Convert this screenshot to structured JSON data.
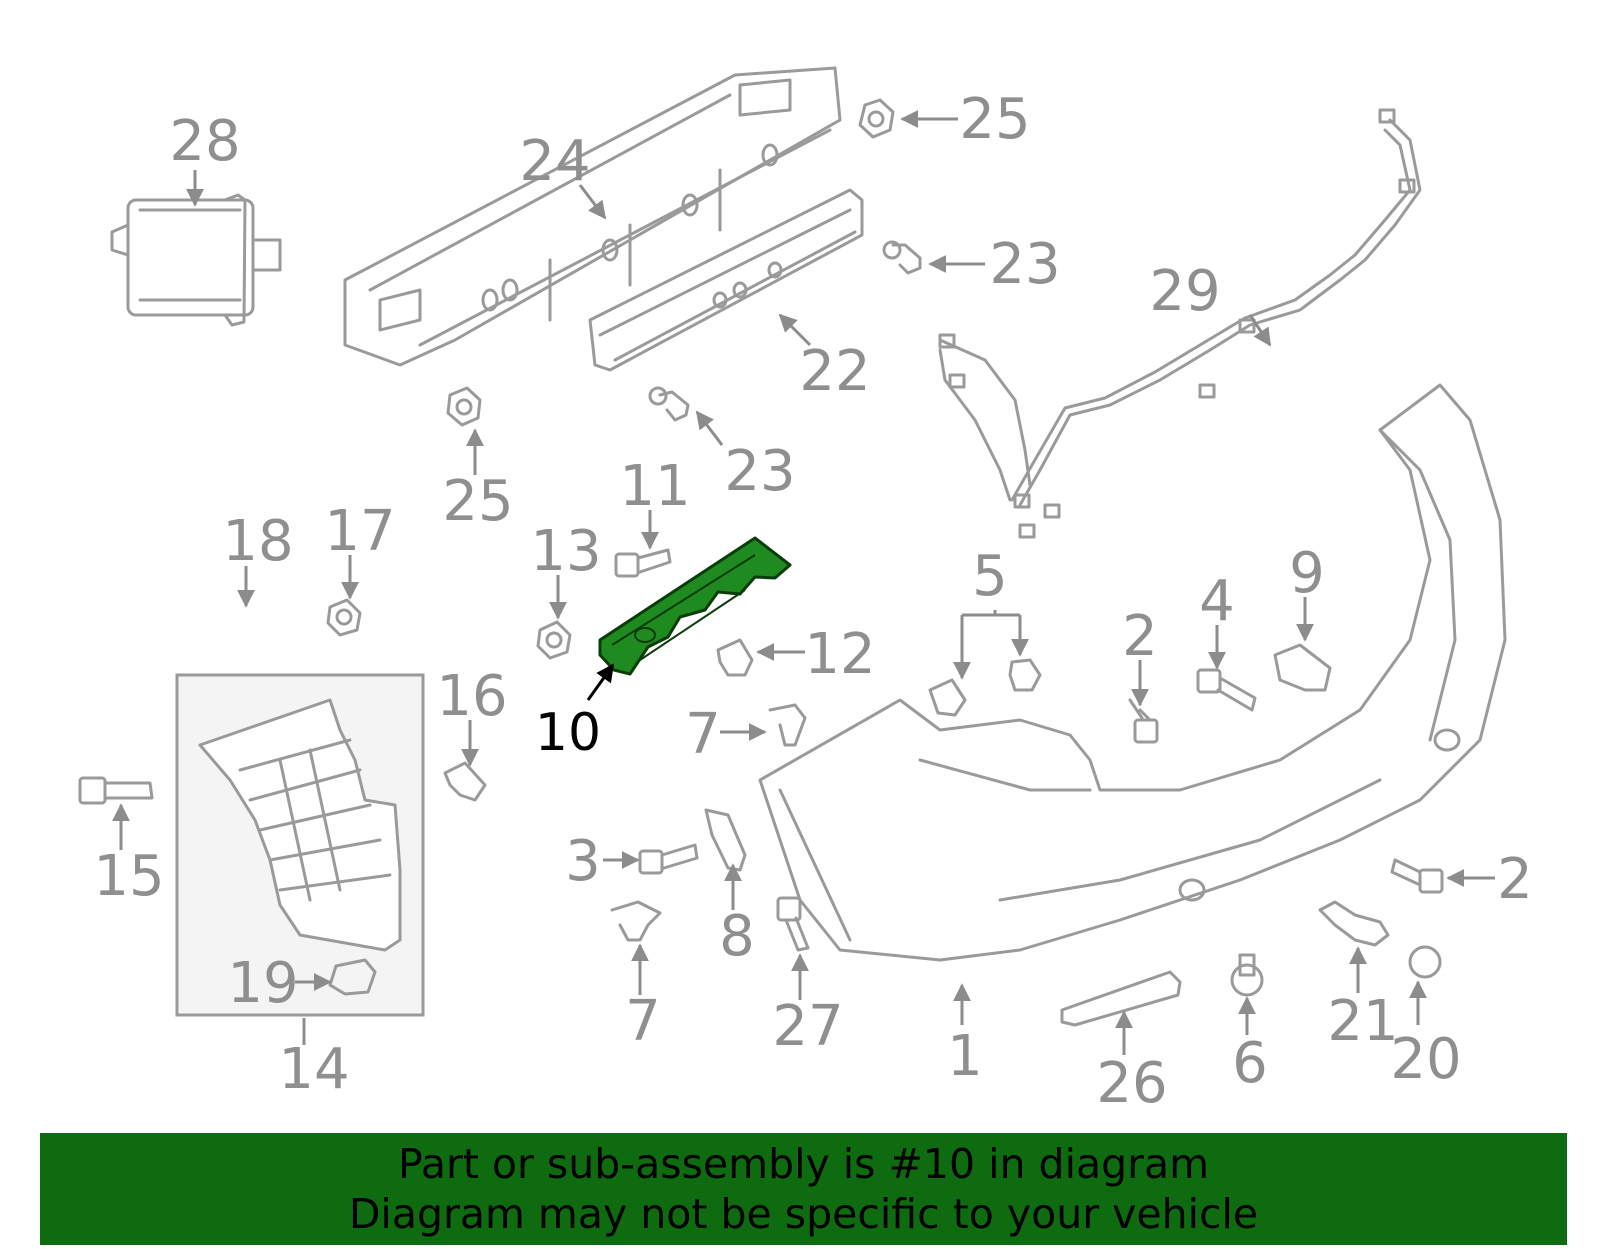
{
  "diagram": {
    "highlighted_part": "10",
    "highlight_color": "#1f8a1f",
    "parts": [
      {
        "id": "p1",
        "label": "1"
      },
      {
        "id": "p2a",
        "label": "2"
      },
      {
        "id": "p2b",
        "label": "2"
      },
      {
        "id": "p3",
        "label": "3"
      },
      {
        "id": "p4",
        "label": "4"
      },
      {
        "id": "p5",
        "label": "5"
      },
      {
        "id": "p6",
        "label": "6"
      },
      {
        "id": "p7a",
        "label": "7"
      },
      {
        "id": "p7b",
        "label": "7"
      },
      {
        "id": "p8",
        "label": "8"
      },
      {
        "id": "p9",
        "label": "9"
      },
      {
        "id": "p10",
        "label": "10"
      },
      {
        "id": "p11",
        "label": "11"
      },
      {
        "id": "p12",
        "label": "12"
      },
      {
        "id": "p13",
        "label": "13"
      },
      {
        "id": "p14",
        "label": "14"
      },
      {
        "id": "p15",
        "label": "15"
      },
      {
        "id": "p16",
        "label": "16"
      },
      {
        "id": "p17",
        "label": "17"
      },
      {
        "id": "p18",
        "label": "18"
      },
      {
        "id": "p19",
        "label": "19"
      },
      {
        "id": "p20",
        "label": "20"
      },
      {
        "id": "p21",
        "label": "21"
      },
      {
        "id": "p22",
        "label": "22"
      },
      {
        "id": "p23a",
        "label": "23"
      },
      {
        "id": "p23b",
        "label": "23"
      },
      {
        "id": "p24",
        "label": "24"
      },
      {
        "id": "p25a",
        "label": "25"
      },
      {
        "id": "p25b",
        "label": "25"
      },
      {
        "id": "p26",
        "label": "26"
      },
      {
        "id": "p27",
        "label": "27"
      },
      {
        "id": "p28",
        "label": "28"
      },
      {
        "id": "p29",
        "label": "29"
      }
    ]
  },
  "banner": {
    "line1": "Part or sub-assembly is #10 in diagram",
    "line2": "Diagram may not be specific to your vehicle",
    "background": "#0f6b0f"
  }
}
